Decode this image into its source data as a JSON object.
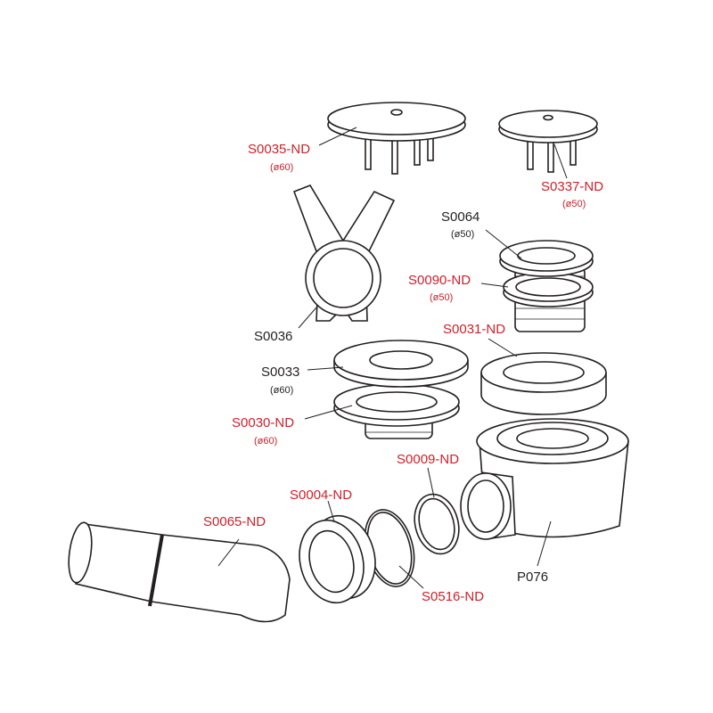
{
  "colors": {
    "part_code_red": "#d0202a",
    "part_code_black": "#231f20",
    "outline": "#231f20",
    "fill": "#ffffff"
  },
  "parts": [
    {
      "code": "S0035-ND",
      "size": "(ø60)",
      "color": "red"
    },
    {
      "code": "S0337-ND",
      "size": "(ø50)",
      "color": "red"
    },
    {
      "code": "S0064",
      "size": "(ø50)",
      "color": "black"
    },
    {
      "code": "S0090-ND",
      "size": "(ø50)",
      "color": "red"
    },
    {
      "code": "S0036",
      "color": "black"
    },
    {
      "code": "S0031-ND",
      "color": "red"
    },
    {
      "code": "S0033",
      "size": "(ø60)",
      "color": "black"
    },
    {
      "code": "S0030-ND",
      "size": "(ø60)",
      "color": "red"
    },
    {
      "code": "S0009-ND",
      "color": "red"
    },
    {
      "code": "S0004-ND",
      "color": "red"
    },
    {
      "code": "S0065-ND",
      "color": "red"
    },
    {
      "code": "S0516-ND",
      "color": "red"
    },
    {
      "code": "P076",
      "color": "black"
    }
  ]
}
